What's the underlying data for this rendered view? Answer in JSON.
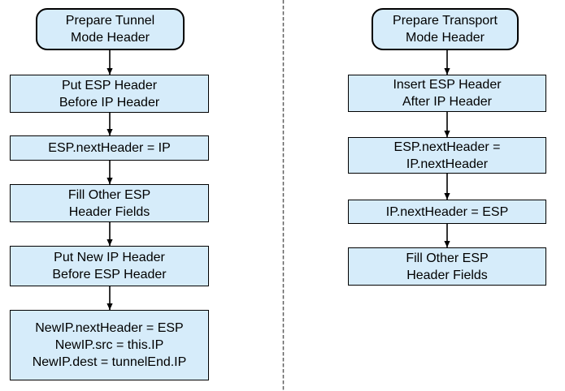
{
  "colors": {
    "node_fill": "#d6ecfa",
    "node_border": "#000000",
    "arrow": "#000000",
    "divider": "#606060",
    "text": "#000000"
  },
  "flows": [
    {
      "name": "tunnel-mode",
      "start": "Prepare Tunnel\nMode Header",
      "steps": [
        "Put ESP Header\nBefore IP Header",
        "ESP.nextHeader = IP",
        "Fill Other ESP\nHeader Fields",
        "Put New IP Header\nBefore ESP Header",
        "NewIP.nextHeader = ESP\nNewIP.src = this.IP\nNewIP.dest = tunnelEnd.IP"
      ]
    },
    {
      "name": "transport-mode",
      "start": "Prepare Transport\nMode Header",
      "steps": [
        "Insert ESP Header\nAfter IP Header",
        "ESP.nextHeader =\nIP.nextHeader",
        "IP.nextHeader = ESP",
        "Fill Other ESP\nHeader Fields"
      ]
    }
  ]
}
